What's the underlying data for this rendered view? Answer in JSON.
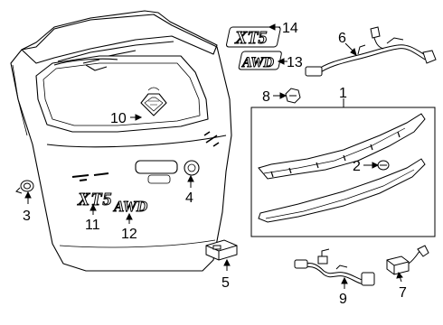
{
  "callouts": [
    {
      "id": "1",
      "label": "1"
    },
    {
      "id": "2",
      "label": "2"
    },
    {
      "id": "3",
      "label": "3"
    },
    {
      "id": "4",
      "label": "4"
    },
    {
      "id": "5",
      "label": "5"
    },
    {
      "id": "6",
      "label": "6"
    },
    {
      "id": "7",
      "label": "7"
    },
    {
      "id": "8",
      "label": "8"
    },
    {
      "id": "9",
      "label": "9"
    },
    {
      "id": "10",
      "label": "10"
    },
    {
      "id": "11",
      "label": "11"
    },
    {
      "id": "12",
      "label": "12"
    },
    {
      "id": "13",
      "label": "13"
    },
    {
      "id": "14",
      "label": "14"
    }
  ],
  "emblems": {
    "model": "XT5",
    "drive": "AWD",
    "badge_13": "AWD",
    "badge_14": "XT5"
  }
}
